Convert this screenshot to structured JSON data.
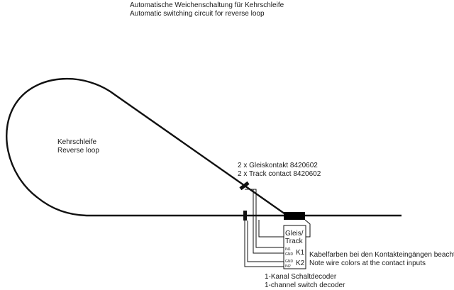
{
  "title": {
    "line1": "Automatische Weichenschaltung für  Kehrschleife",
    "line2": "Automatic switching circuit for reverse loop"
  },
  "loop_label": {
    "line1": "Kehrschleife",
    "line2": "Reverse loop"
  },
  "contact_label": {
    "line1": "2 x Gleiskontakt 8420602",
    "line2": "2 x Track contact 8420602"
  },
  "decoder_box": {
    "track_line1": "Gleis/",
    "track_line2": "Track",
    "in1": "IN1",
    "gnd1": "GND",
    "gnd2": "GND",
    "in2": "IN2",
    "k1": "K1",
    "k2": "K2"
  },
  "wire_note": {
    "line1": "Kabelfarben bei den Kontakteingängen beachten",
    "line2": "Note wire colors at the contact inputs"
  },
  "decoder_label": {
    "line1": "1-Kanal Schaltdecoder",
    "line2": "1-channel switch decoder"
  }
}
